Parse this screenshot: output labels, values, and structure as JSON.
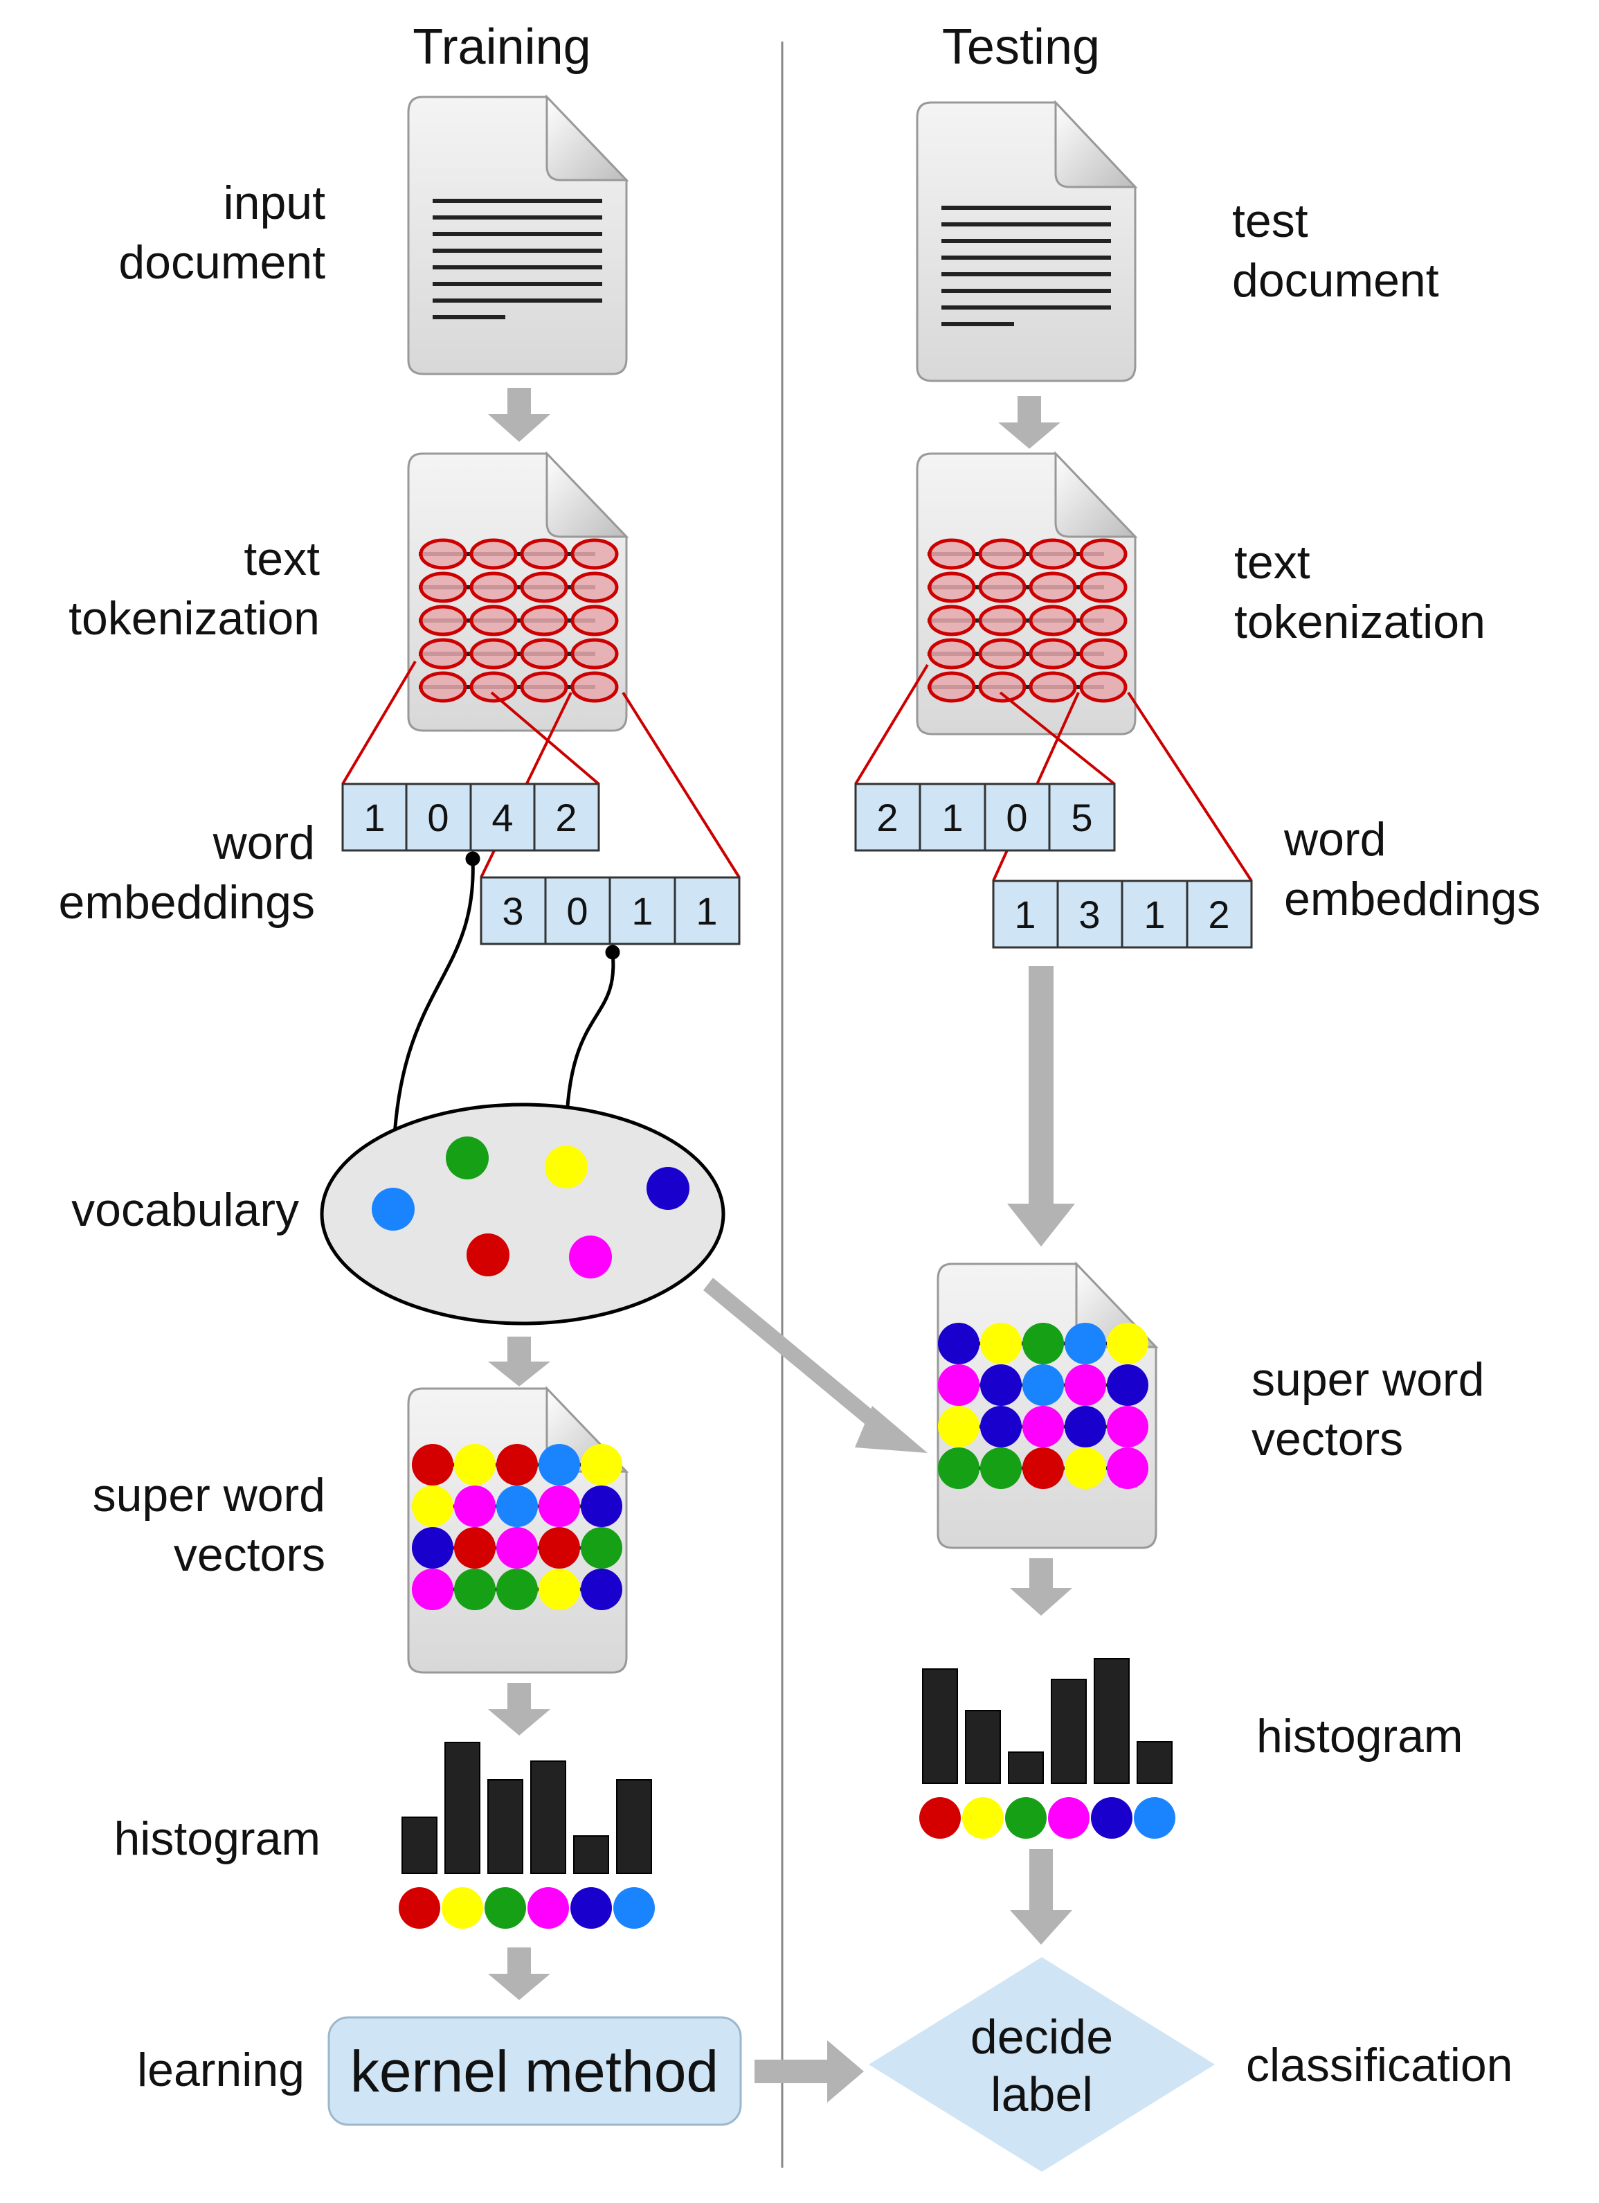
{
  "headers": {
    "training": "Training",
    "testing": "Testing"
  },
  "training": {
    "input_document": [
      "input",
      "document"
    ],
    "text_tokenization": [
      "text",
      "tokenization"
    ],
    "word_embeddings": [
      "word",
      "embeddings"
    ],
    "embedding_a": [
      "1",
      "0",
      "4",
      "2"
    ],
    "embedding_b": [
      "3",
      "0",
      "1",
      "1"
    ],
    "vocabulary": "vocabulary",
    "super_word_vectors": [
      "super word",
      "vectors"
    ],
    "histogram": "histogram",
    "learning": "learning",
    "kernel_method": "kernel method",
    "histogram_values": [
      3,
      7,
      5,
      6,
      2,
      5
    ]
  },
  "testing": {
    "test_document": [
      "test",
      "document"
    ],
    "text_tokenization": [
      "text",
      "tokenization"
    ],
    "word_embeddings": [
      "word",
      "embeddings"
    ],
    "embedding_a": [
      "2",
      "1",
      "0",
      "5"
    ],
    "embedding_b": [
      "1",
      "3",
      "1",
      "2"
    ],
    "super_word_vectors": [
      "super word",
      "vectors"
    ],
    "histogram": "histogram",
    "decide_label": [
      "decide",
      "label"
    ],
    "classification": "classification",
    "histogram_values": [
      5.5,
      3.5,
      1.5,
      5,
      6,
      2
    ]
  },
  "colors": {
    "red": "#d40000",
    "yellow": "#ffff00",
    "green": "#16a016",
    "magenta": "#ff00ff",
    "navy": "#1a00cc",
    "blue": "#1a84ff",
    "box_fill": "#cfe4f5",
    "arrow_gray": "#b3b3b3",
    "token_red": "#cc0000",
    "token_fill": "#e8a9ad"
  },
  "training_grid": [
    [
      "red",
      "yellow",
      "red",
      "blue",
      "yellow"
    ],
    [
      "yellow",
      "magenta",
      "blue",
      "magenta",
      "navy"
    ],
    [
      "navy",
      "red",
      "magenta",
      "red",
      "green"
    ],
    [
      "magenta",
      "green",
      "green",
      "yellow",
      "navy"
    ]
  ],
  "testing_grid": [
    [
      "navy",
      "yellow",
      "green",
      "blue",
      "yellow"
    ],
    [
      "magenta",
      "navy",
      "blue",
      "magenta",
      "navy"
    ],
    [
      "yellow",
      "navy",
      "magenta",
      "navy",
      "magenta"
    ],
    [
      "green",
      "green",
      "red",
      "yellow",
      "magenta"
    ]
  ],
  "histogram_colors": [
    "red",
    "yellow",
    "green",
    "magenta",
    "navy",
    "blue"
  ]
}
